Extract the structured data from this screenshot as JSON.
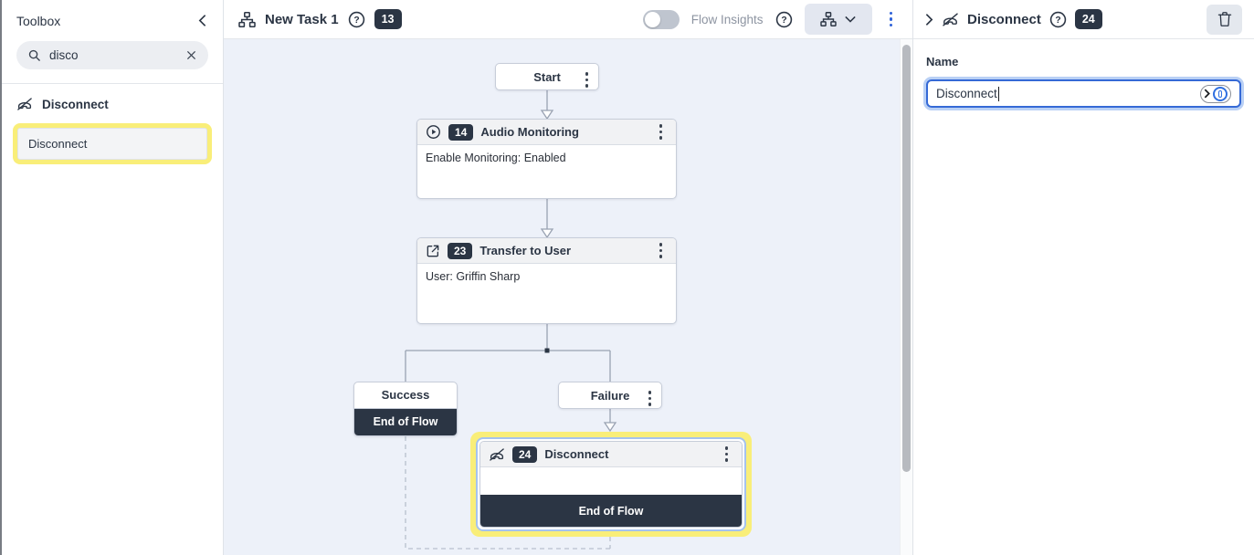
{
  "sidebar": {
    "title": "Toolbox",
    "search": {
      "value": "disco",
      "placeholder": ""
    },
    "category": {
      "label": "Disconnect",
      "icon": "phone-slash-icon"
    },
    "item": {
      "label": "Disconnect",
      "highlighted": true
    }
  },
  "toolbar": {
    "flow_icon": "sitemap-icon",
    "title": "New Task 1",
    "badge": "13",
    "flow_insights": {
      "label": "Flow Insights",
      "state": "off"
    }
  },
  "canvas": {
    "nodes": {
      "start": {
        "label": "Start"
      },
      "audio": {
        "icon": "play-circle-icon",
        "id": "14",
        "title": "Audio Monitoring",
        "body": "Enable Monitoring: Enabled"
      },
      "transfer": {
        "icon": "external-link-icon",
        "id": "23",
        "title": "Transfer to User",
        "body": "User: Griffin Sharp"
      },
      "success": {
        "label": "Success",
        "footer": "End of Flow"
      },
      "failure": {
        "label": "Failure"
      },
      "disconnect": {
        "icon": "phone-slash-icon",
        "id": "24",
        "title": "Disconnect",
        "footer": "End of Flow",
        "selected": true
      }
    }
  },
  "panel": {
    "icon": "phone-slash-icon",
    "title": "Disconnect",
    "badge": "24",
    "name_label": "Name",
    "name_input": {
      "value": "Disconnect"
    }
  },
  "icons": {
    "search-icon": "magnifier",
    "clear-icon": "x",
    "collapse-icon": "chevron-left",
    "expand-icon": "chevron-right",
    "dropdown-icon": "chevron-down",
    "help-icon": "circled question mark",
    "kebab-icon": "vertical dots",
    "trash-icon": "trash can",
    "password-manager-icon": "1password circle"
  },
  "colors": {
    "dark_navy": "#2b3544",
    "canvas_bg": "#edf1f9",
    "highlight_yellow": "#f9ee79",
    "selection_blue": "#a5c3ef",
    "focus_blue": "#3569d6",
    "kebab_blue": "#2e62d9",
    "muted_text": "#8d94a1"
  }
}
